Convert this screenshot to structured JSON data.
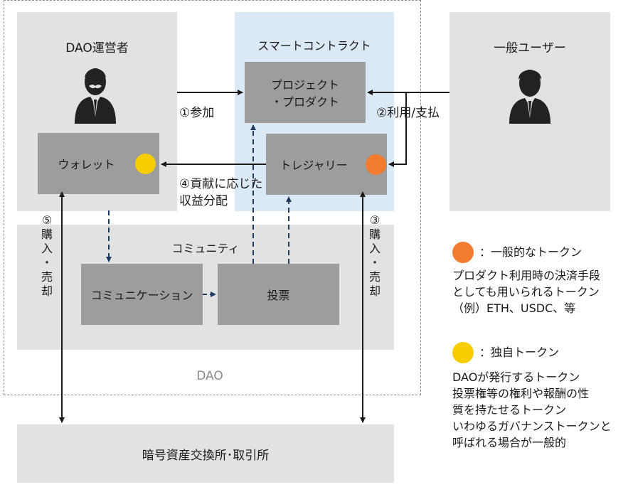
{
  "operator": {
    "title": "DAO運営者",
    "wallet": "ウォレット",
    "icon": "operator-person-icon"
  },
  "smart_contract": {
    "title": "スマートコントラクト",
    "project_line1": "プロジェクト",
    "project_line2": "・プロダクト",
    "treasury": "トレジャリー"
  },
  "user": {
    "title": "一般ユーザー",
    "icon": "user-person-icon"
  },
  "community": {
    "title": "コミュニティ",
    "communication": "コミュニケーション",
    "vote": "投票"
  },
  "dao_label": "DAO",
  "exchange": "暗号資産交換所･取引所",
  "flows": {
    "participate": "①参加",
    "use_pay": "②利用/支払",
    "revenue_line1": "④貢献に応じた",
    "revenue_line2": "収益分配",
    "buy_sell_left": [
      "⑤",
      "購",
      "入",
      "・",
      "売",
      "却"
    ],
    "buy_sell_right": [
      "③",
      "購",
      "入",
      "・",
      "売",
      "却"
    ]
  },
  "legend": {
    "general": {
      "color": "#f47c30",
      "label": "：一般的なトークン",
      "lines": [
        "プロダクト利用時の決済手段",
        "としても用いられるトークン",
        "（例）ETH、USDC、等"
      ]
    },
    "original": {
      "color": "#f7cd00",
      "label": "：独自トークン",
      "lines": [
        "DAOが発行するトークン",
        "投票権等の権利や報酬の性",
        "質を持たせるトークン",
        "いわゆるガバナンストークンと",
        "呼ばれる場合が一般的"
      ]
    }
  }
}
